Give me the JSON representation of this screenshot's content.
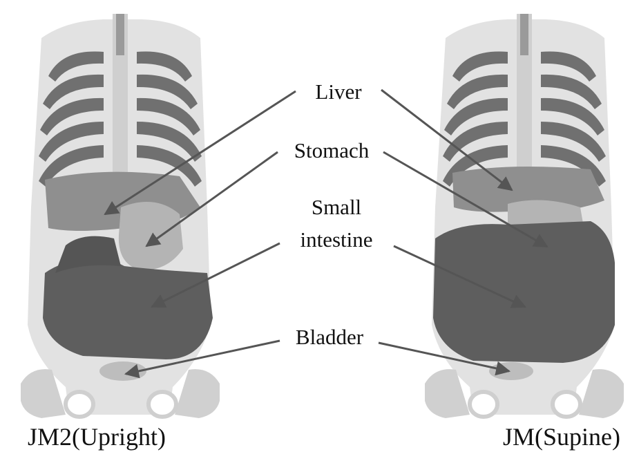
{
  "figure": {
    "left_caption": "JM2(Upright)",
    "right_caption": "JM(Supine)",
    "labels": {
      "liver": "Liver",
      "stomach": "Stomach",
      "small_line1": "Small",
      "small_line2": "intestine",
      "bladder": "Bladder"
    },
    "colors": {
      "background": "#ffffff",
      "bone": "#dcdcdc",
      "rib_gap": "#6e6e6e",
      "liver": "#8f8f8f",
      "stomach": "#b4b4b4",
      "intestine": "#5e5e5e",
      "bladder": "#bdbdbd",
      "arrow": "#555555"
    }
  }
}
